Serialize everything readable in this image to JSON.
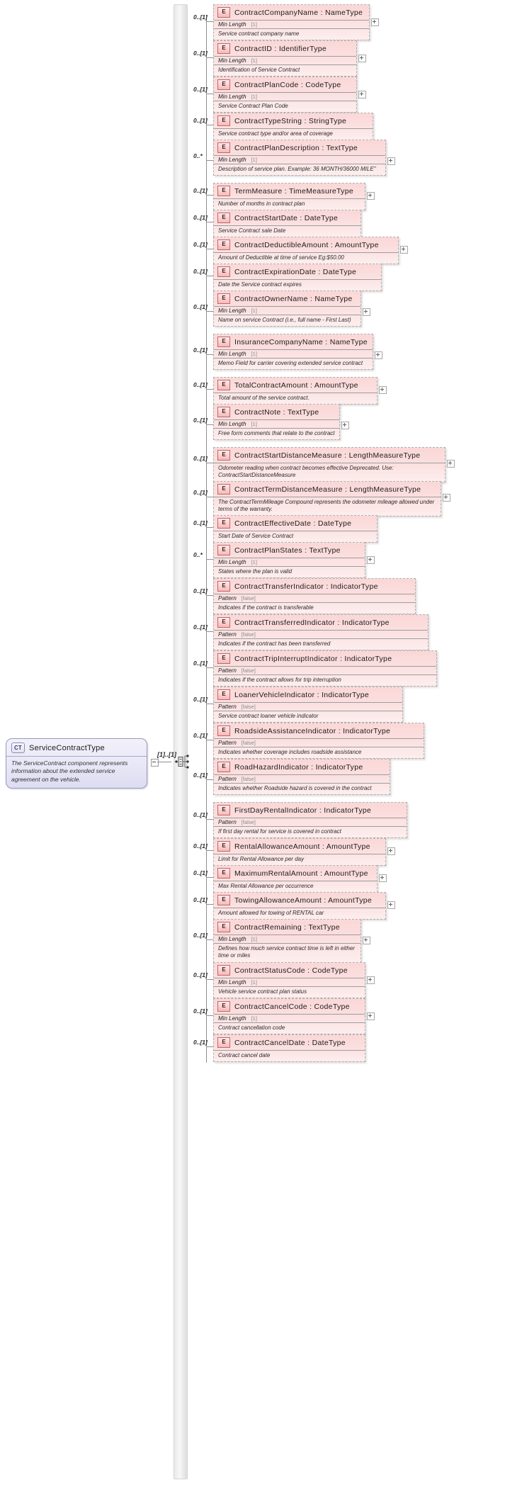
{
  "diagram": {
    "kind": "xsd-schema-diagram",
    "root": {
      "badge": "CT",
      "name": "ServiceContractType",
      "documentation": "The ServiceContract component represents information about the extended service agreement on the vehicle.",
      "cardinality": "[1]..[1]"
    },
    "compositor": "sequence",
    "element_badge": "E",
    "colors": {
      "element_fill": "#fbd7d7",
      "root_fill": "#e8e7f6",
      "line": "#8f8f8f"
    },
    "elements": [
      {
        "cardinality": "0..[1]",
        "name": "ContractCompanyName : NameType",
        "facet": "Min Length",
        "facet_value": "[1]",
        "documentation": "Service contract company name",
        "expandable": true
      },
      {
        "cardinality": "0..[1]",
        "name": "ContractID : IdentifierType",
        "facet": "Min Length",
        "facet_value": "[1]",
        "documentation": "Identification of Service Contract",
        "expandable": true
      },
      {
        "cardinality": "0..[1]",
        "name": "ContractPlanCode : CodeType",
        "facet": "Min Length",
        "facet_value": "[1]",
        "documentation": "Service Contract Plan Code",
        "expandable": true
      },
      {
        "cardinality": "0..[1]",
        "name": "ContractTypeString : StringType",
        "facet": null,
        "facet_value": null,
        "documentation": "Service contract type and/or area of coverage",
        "expandable": false
      },
      {
        "cardinality": "0..*",
        "name": "ContractPlanDescription : TextType",
        "facet": "Min Length",
        "facet_value": "[1]",
        "documentation": "Description of service plan. Example: 36 MONTH/36000 MILE\"",
        "expandable": true
      },
      {
        "cardinality": "0..[1]",
        "name": "TermMeasure : TimeMeasureType",
        "facet": null,
        "facet_value": null,
        "documentation": "Number of months in contract plan",
        "expandable": true
      },
      {
        "cardinality": "0..[1]",
        "name": "ContractStartDate : DateType",
        "facet": null,
        "facet_value": null,
        "documentation": "Service Contract sale Date",
        "expandable": false
      },
      {
        "cardinality": "0..[1]",
        "name": "ContractDeductibleAmount : AmountType",
        "facet": null,
        "facet_value": null,
        "documentation": "Amount of Deductible at time of service Eg:$50.00",
        "expandable": true
      },
      {
        "cardinality": "0..[1]",
        "name": "ContractExpirationDate : DateType",
        "facet": null,
        "facet_value": null,
        "documentation": "Date the Service contract expires",
        "expandable": false
      },
      {
        "cardinality": "0..[1]",
        "name": "ContractOwnerName : NameType",
        "facet": "Min Length",
        "facet_value": "[1]",
        "documentation": "Name on service Contract (i.e., full name - First Last)",
        "expandable": true
      },
      {
        "cardinality": "0..[1]",
        "name": "InsuranceCompanyName : NameType",
        "facet": "Min Length",
        "facet_value": "[1]",
        "documentation": "Memo Field for carrier covering extended service contract",
        "expandable": true
      },
      {
        "cardinality": "0..[1]",
        "name": "TotalContractAmount : AmountType",
        "facet": null,
        "facet_value": null,
        "documentation": "Total amount of the service contract.",
        "expandable": true
      },
      {
        "cardinality": "0..[1]",
        "name": "ContractNote : TextType",
        "facet": "Min Length",
        "facet_value": "[1]",
        "documentation": "Free form comments that relate to the contract",
        "expandable": true
      },
      {
        "cardinality": "0..[1]",
        "name": "ContractStartDistanceMeasure : LengthMeasureType",
        "facet": null,
        "facet_value": null,
        "documentation": "Odometer reading when contract becomes effective Deprecated. Use: ContractStartDistanceMeasure",
        "expandable": true
      },
      {
        "cardinality": "0..[1]",
        "name": "ContractTermDistanceMeasure : LengthMeasureType",
        "facet": null,
        "facet_value": null,
        "documentation": "The ContractTermMileage Compound represents the odometer mileage allowed under terms of the warranty.",
        "expandable": true
      },
      {
        "cardinality": "0..[1]",
        "name": "ContractEffectiveDate : DateType",
        "facet": null,
        "facet_value": null,
        "documentation": "Start Date of Service Contract",
        "expandable": false
      },
      {
        "cardinality": "0..*",
        "name": "ContractPlanStates : TextType",
        "facet": "Min Length",
        "facet_value": "[1]",
        "documentation": "States where the plan is valid",
        "expandable": true
      },
      {
        "cardinality": "0..[1]",
        "name": "ContractTransferIndicator : IndicatorType",
        "facet": "Pattern",
        "facet_value": "[false]",
        "documentation": "Indicates if the contract is transferable",
        "expandable": false
      },
      {
        "cardinality": "0..[1]",
        "name": "ContractTransferredIndicator : IndicatorType",
        "facet": "Pattern",
        "facet_value": "[false]",
        "documentation": "Indicates if the contract has been transferred",
        "expandable": false
      },
      {
        "cardinality": "0..[1]",
        "name": "ContractTripInterruptIndicator : IndicatorType",
        "facet": "Pattern",
        "facet_value": "[false]",
        "documentation": "Indicates if the contract allows for trip interruption",
        "expandable": false
      },
      {
        "cardinality": "0..[1]",
        "name": "LoanerVehicleIndicator : IndicatorType",
        "facet": "Pattern",
        "facet_value": "[false]",
        "documentation": "Service contract loaner vehicle indicator",
        "expandable": false
      },
      {
        "cardinality": "0..[1]",
        "name": "RoadsideAssistanceIndicator : IndicatorType",
        "facet": "Pattern",
        "facet_value": "[false]",
        "documentation": "Indicates whether coverage includes roadside assistance",
        "expandable": false
      },
      {
        "cardinality": "0..[1]",
        "name": "RoadHazardIndicator : IndicatorType",
        "facet": "Pattern",
        "facet_value": "[false]",
        "documentation": "Indicates whether Roadside hazard is covered in the contract",
        "expandable": false
      },
      {
        "cardinality": "0..[1]",
        "name": "FirstDayRentalIndicator : IndicatorType",
        "facet": "Pattern",
        "facet_value": "[false]",
        "documentation": "If first day rental for service is covered in contract",
        "expandable": false
      },
      {
        "cardinality": "0..[1]",
        "name": "RentalAllowanceAmount : AmountType",
        "facet": null,
        "facet_value": null,
        "documentation": "Limit for Rental Allowance per day",
        "expandable": true
      },
      {
        "cardinality": "0..[1]",
        "name": "MaximumRentalAmount : AmountType",
        "facet": null,
        "facet_value": null,
        "documentation": "Max Rental Allowance per occurrence",
        "expandable": true
      },
      {
        "cardinality": "0..[1]",
        "name": "TowingAllowanceAmount : AmountType",
        "facet": null,
        "facet_value": null,
        "documentation": "Amount allowed for towing of RENTAL car",
        "expandable": true
      },
      {
        "cardinality": "0..[1]",
        "name": "ContractRemaining : TextType",
        "facet": "Min Length",
        "facet_value": "[1]",
        "documentation": "Defines how much service contract time is left in either time or miles",
        "expandable": true
      },
      {
        "cardinality": "0..[1]",
        "name": "ContractStatusCode : CodeType",
        "facet": "Min Length",
        "facet_value": "[1]",
        "documentation": "Vehicle service contract plan status",
        "expandable": true
      },
      {
        "cardinality": "0..[1]",
        "name": "ContractCancelCode : CodeType",
        "facet": "Min Length",
        "facet_value": "[1]",
        "documentation": "Contract cancellation code",
        "expandable": true
      },
      {
        "cardinality": "0..[1]",
        "name": "ContractCancelDate : DateType",
        "facet": null,
        "facet_value": null,
        "documentation": "Contract cancel date",
        "expandable": false
      }
    ]
  }
}
